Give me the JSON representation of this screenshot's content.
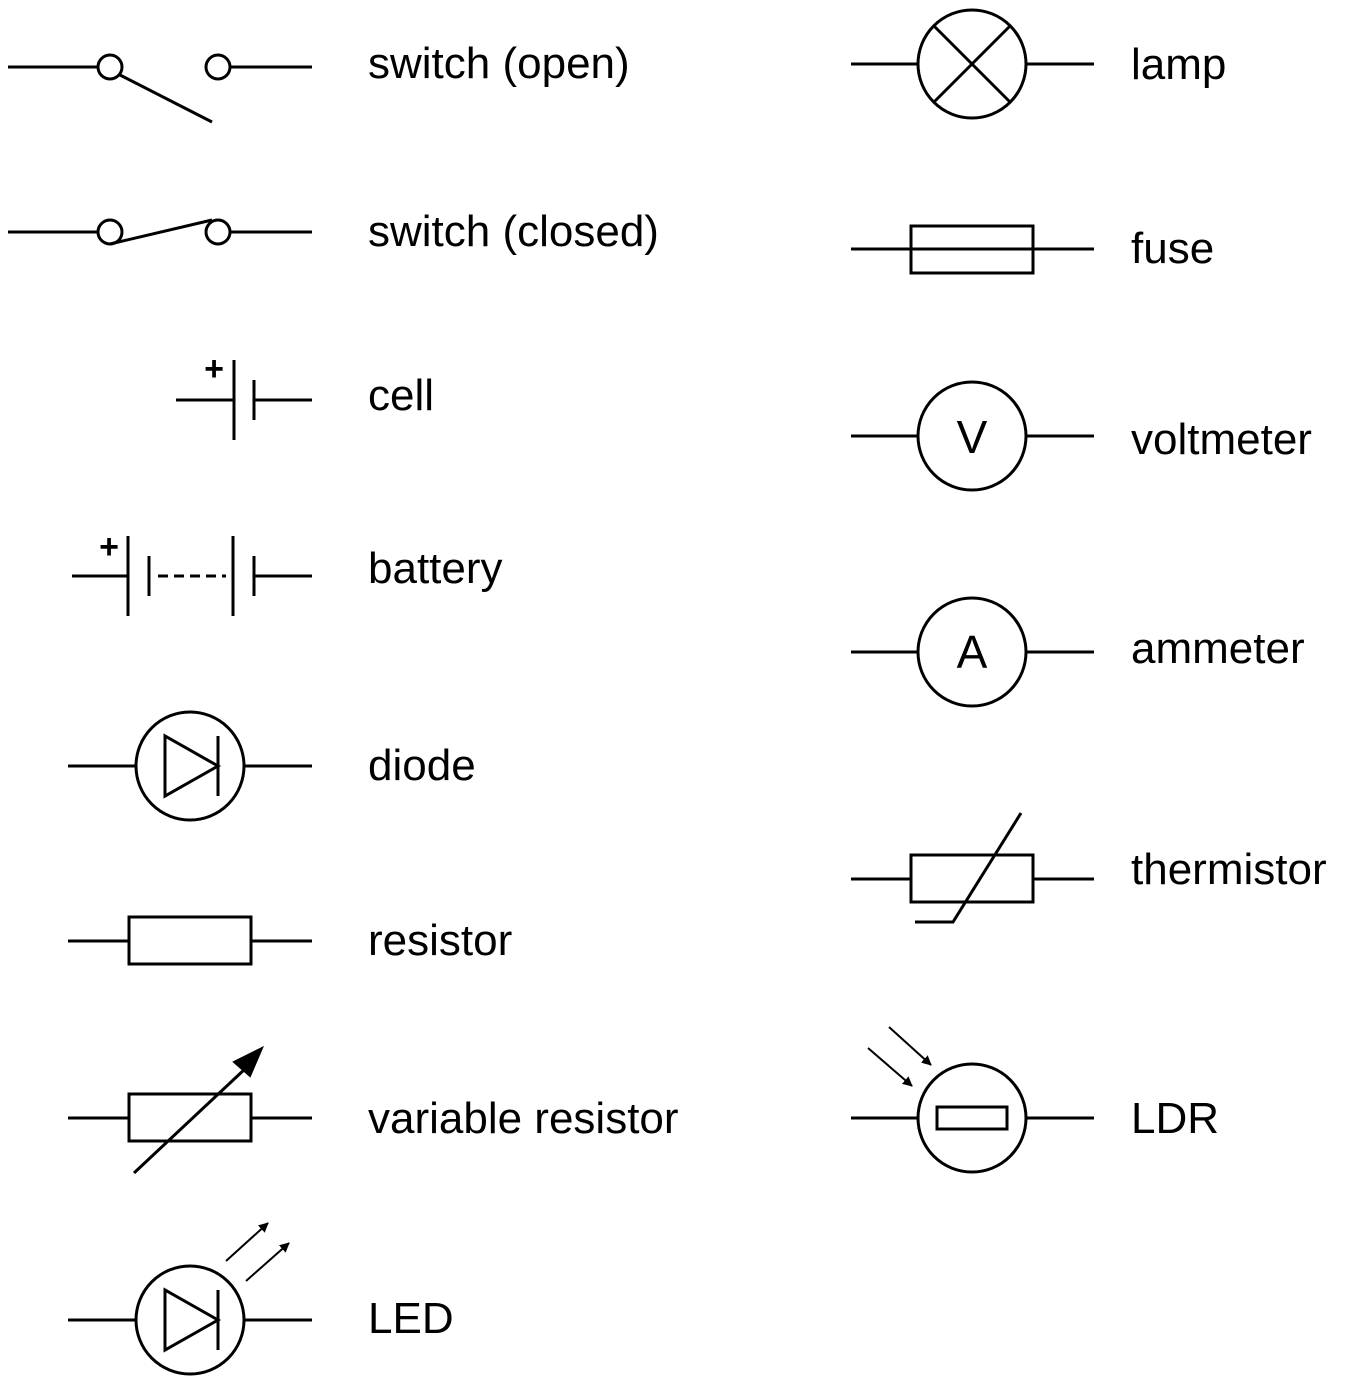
{
  "symbols": {
    "switch_open": "switch (open)",
    "switch_closed": "switch (closed)",
    "cell": "cell",
    "battery": "battery",
    "diode": "diode",
    "resistor": "resistor",
    "variable_resistor": "variable resistor",
    "led": "LED",
    "lamp": "lamp",
    "fuse": "fuse",
    "voltmeter": "voltmeter",
    "ammeter": "ammeter",
    "thermistor": "thermistor",
    "ldr": "LDR"
  },
  "meter_letters": {
    "voltmeter": "V",
    "ammeter": "A"
  },
  "polarity_mark": "+"
}
